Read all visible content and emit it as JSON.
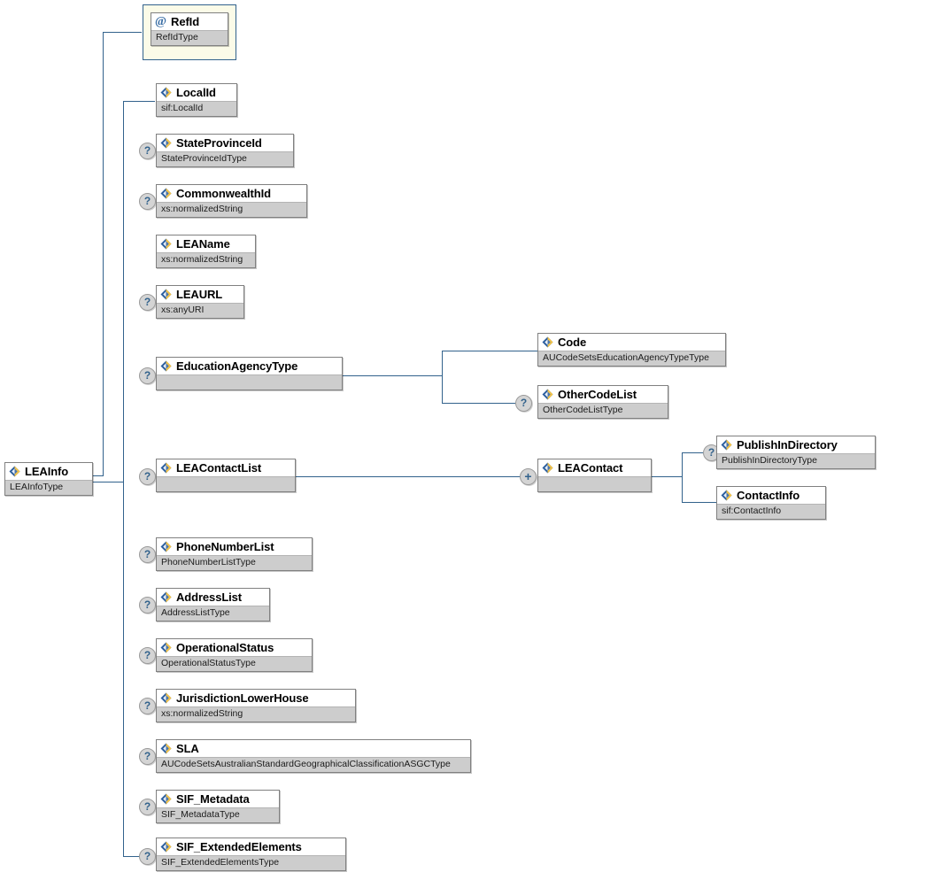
{
  "diagram": {
    "title": "LEAInfo",
    "type": "xsd-element-tree",
    "colors": {
      "line": "#32628c",
      "node_border": "#808080",
      "type_row_bg": "#cdcdcd",
      "attribute_frame_bg": "#fbfbe8",
      "attribute_frame_border": "#32628c",
      "marker_bg": "#d4d4d4",
      "icon_blue": "#2a5d9e",
      "icon_yellow": "#f5c342"
    },
    "markers": {
      "optional": "?",
      "expand": "+",
      "attribute": "@"
    }
  },
  "root": {
    "name": "LEAInfo",
    "type": "LEAInfoType",
    "icon": "element-icon",
    "optional": false
  },
  "attributes": [
    {
      "name": "RefId",
      "type": "RefIdType",
      "icon": "attribute-icon",
      "optional": false
    }
  ],
  "children": [
    {
      "name": "LocalId",
      "type": "sif:LocalId",
      "icon": "element-icon",
      "optional": false,
      "expandable": false
    },
    {
      "name": "StateProvinceId",
      "type": "StateProvinceIdType",
      "icon": "element-icon",
      "optional": true,
      "expandable": false
    },
    {
      "name": "CommonwealthId",
      "type": "xs:normalizedString",
      "icon": "element-icon",
      "optional": true,
      "expandable": false
    },
    {
      "name": "LEAName",
      "type": "xs:normalizedString",
      "icon": "element-icon",
      "optional": false,
      "expandable": false
    },
    {
      "name": "LEAURL",
      "type": "xs:anyURI",
      "icon": "element-icon",
      "optional": true,
      "expandable": false
    },
    {
      "name": "EducationAgencyType",
      "type": "",
      "icon": "element-icon",
      "optional": true,
      "expandable": false
    },
    {
      "name": "LEAContactList",
      "type": "",
      "icon": "element-icon",
      "optional": true,
      "expandable": false
    },
    {
      "name": "PhoneNumberList",
      "type": "PhoneNumberListType",
      "icon": "element-icon",
      "optional": true,
      "expandable": false
    },
    {
      "name": "AddressList",
      "type": "AddressListType",
      "icon": "element-icon",
      "optional": true,
      "expandable": false
    },
    {
      "name": "OperationalStatus",
      "type": "OperationalStatusType",
      "icon": "element-icon",
      "optional": true,
      "expandable": false
    },
    {
      "name": "JurisdictionLowerHouse",
      "type": "xs:normalizedString",
      "icon": "element-icon",
      "optional": true,
      "expandable": false
    },
    {
      "name": "SLA",
      "type": "AUCodeSetsAustralianStandardGeographicalClassificationASGCType",
      "icon": "element-icon",
      "optional": true,
      "expandable": false
    },
    {
      "name": "SIF_Metadata",
      "type": "SIF_MetadataType",
      "icon": "element-icon",
      "optional": true,
      "expandable": false
    },
    {
      "name": "SIF_ExtendedElements",
      "type": "SIF_ExtendedElementsType",
      "icon": "element-icon",
      "optional": true,
      "expandable": false
    }
  ],
  "education_agency_type_children": [
    {
      "name": "Code",
      "type": "AUCodeSetsEducationAgencyTypeType",
      "icon": "element-icon",
      "optional": false
    },
    {
      "name": "OtherCodeList",
      "type": "OtherCodeListType",
      "icon": "element-icon",
      "optional": true
    }
  ],
  "lea_contact_list_children": [
    {
      "name": "LEAContact",
      "type": "",
      "icon": "element-icon",
      "optional": false,
      "expandable": true
    }
  ],
  "lea_contact_children": [
    {
      "name": "PublishInDirectory",
      "type": "PublishInDirectoryType",
      "icon": "element-icon",
      "optional": true
    },
    {
      "name": "ContactInfo",
      "type": "sif:ContactInfo",
      "icon": "element-icon",
      "optional": false
    }
  ]
}
